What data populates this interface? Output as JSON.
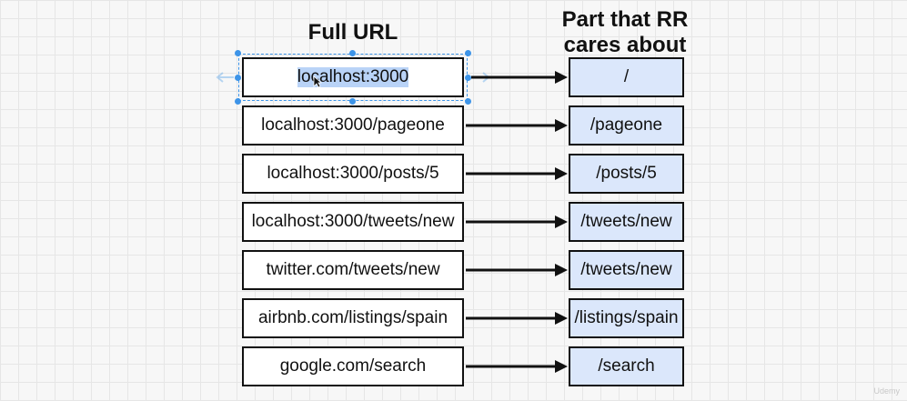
{
  "headings": {
    "full_url": "Full URL",
    "rr_part_line1": "Part that RR",
    "rr_part_line2": "cares about"
  },
  "rows": [
    {
      "full_url": "localhost:3000",
      "rr_path": "/"
    },
    {
      "full_url": "localhost:3000/pageone",
      "rr_path": "/pageone"
    },
    {
      "full_url": "localhost:3000/posts/5",
      "rr_path": "/posts/5"
    },
    {
      "full_url": "localhost:3000/tweets/new",
      "rr_path": "/tweets/new"
    },
    {
      "full_url": "twitter.com/tweets/new",
      "rr_path": "/tweets/new"
    },
    {
      "full_url": "airbnb.com/listings/spain",
      "rr_path": "/listings/spain"
    },
    {
      "full_url": "google.com/search",
      "rr_path": "/search"
    }
  ],
  "selected_row": 0,
  "colors": {
    "path_box_fill": "#dbe7fb",
    "selection": "#3d94e8",
    "text_highlight": "#b9d3f7"
  },
  "watermark": "Udemy"
}
